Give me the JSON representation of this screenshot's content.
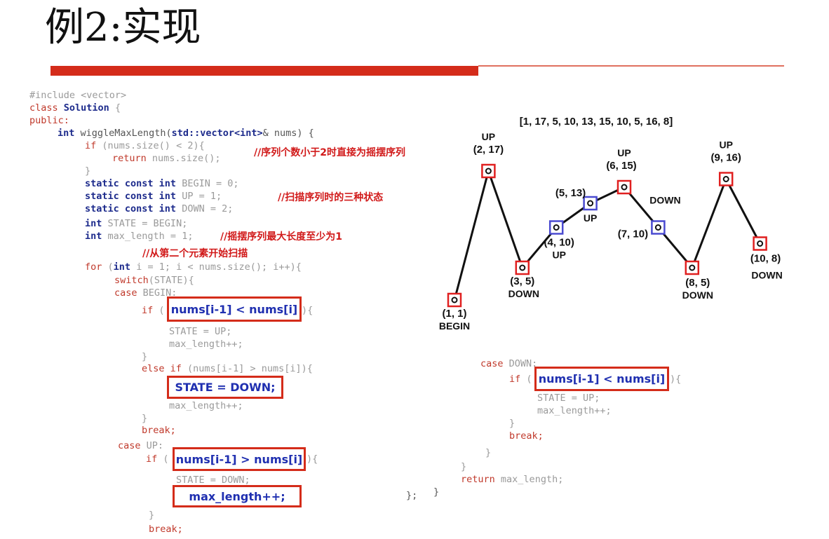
{
  "slide": {
    "title": "例2:实现"
  },
  "code_left": {
    "l1": "#include <vector>",
    "l2_kw": "class",
    "l2_name": "Solution",
    "l2_brace": "{",
    "l3": "public:",
    "l4_type": "int",
    "l4_rest": "wiggleMaxLength(",
    "l4_param": "std::vector<int>",
    "l4_tail": "& nums) {",
    "l5_kw": "if",
    "l5_rest": "(nums.size() < 2){",
    "l6_kw": "return",
    "l6_rest": "nums.size();",
    "l7": "}",
    "l8_decl": "static const int",
    "l8_rest": "BEGIN = 0;",
    "l9_decl": "static const int",
    "l9_rest": "UP = 1;",
    "l10_decl": "static const int",
    "l10_rest": "DOWN = 2;",
    "l11_type": "int",
    "l11_rest": "STATE = BEGIN;",
    "l12_type": "int",
    "l12_rest": "max_length = 1;",
    "l13_kw": "for",
    "l13_open": "(",
    "l13_type": "int",
    "l13_rest": "i = 1; i < nums.size(); i++){",
    "l14_kw": "switch",
    "l14_rest": "(STATE){",
    "l15_kw": "case",
    "l15_rest": "BEGIN:",
    "l16_kw": "if",
    "l16_open": "(",
    "l16_close": "){",
    "l17": "STATE = UP;",
    "l18": "max_length++;",
    "l19": "}",
    "l20_kw": "else if",
    "l20_rest": "(nums[i-1] > nums[i]){",
    "l21": "max_length++;",
    "l22": "}",
    "l23_kw": "break;",
    "l24_kw": "case",
    "l24_rest": "UP:",
    "l25_kw": "if",
    "l25_open": "(",
    "l25_close": "){",
    "l26": "STATE = DOWN;",
    "l27": "}",
    "l28_kw": "break;"
  },
  "code_right": {
    "c1_kw": "case",
    "c1_rest": "DOWN:",
    "c2_kw": "if",
    "c2_open": "(",
    "c2_close": "){",
    "c3": "STATE = UP;",
    "c4": "max_length++;",
    "c5": "}",
    "c6_kw": "break;",
    "c7": "}",
    "c8": "}",
    "c9_kw": "return",
    "c9_rest": "max_length;",
    "c10": "};",
    "c11": "}"
  },
  "comments": {
    "size_check": "//序列个数小于2时直接为摇摆序列",
    "states": "//扫描序列时的三种状态",
    "min_length": "//摇摆序列最大长度至少为1",
    "scan_from": "//从第二个元素开始扫描"
  },
  "highlights": {
    "cond_lt": "nums[i-1] < nums[i]",
    "state_down": "STATE = DOWN;",
    "cond_gt": "nums[i-1] > nums[i]",
    "max_inc": "max_length++;",
    "cond_lt_down": "nums[i-1] < nums[i]"
  },
  "colors": {
    "title_bar": "#d42c1a",
    "keyword": "#c0392b",
    "type": "#1d2b8c",
    "highlight_text": "#1f2fb0",
    "box_red": "#e02020",
    "box_blue": "#4a4ad0"
  },
  "chart_data": {
    "type": "line",
    "title": "[1, 17, 5, 10, 13, 15, 10, 5, 16, 8]",
    "x": [
      1,
      2,
      3,
      4,
      5,
      6,
      7,
      8,
      9,
      10
    ],
    "y": [
      1,
      17,
      5,
      10,
      13,
      15,
      10,
      5,
      16,
      8
    ],
    "point_labels": [
      "(1, 1)",
      "(2, 17)",
      "(3, 5)",
      "(4, 10)",
      "(5, 13)",
      "(6, 15)",
      "(7, 10)",
      "(8, 5)",
      "(9, 16)",
      "(10, 8)"
    ],
    "state_labels": [
      "BEGIN",
      "UP",
      "DOWN",
      "UP",
      "UP",
      "UP",
      "DOWN",
      "DOWN",
      "UP",
      "DOWN"
    ],
    "box_colors": [
      "red",
      "red",
      "red",
      "blue",
      "blue",
      "red",
      "blue",
      "red",
      "red",
      "red"
    ]
  }
}
